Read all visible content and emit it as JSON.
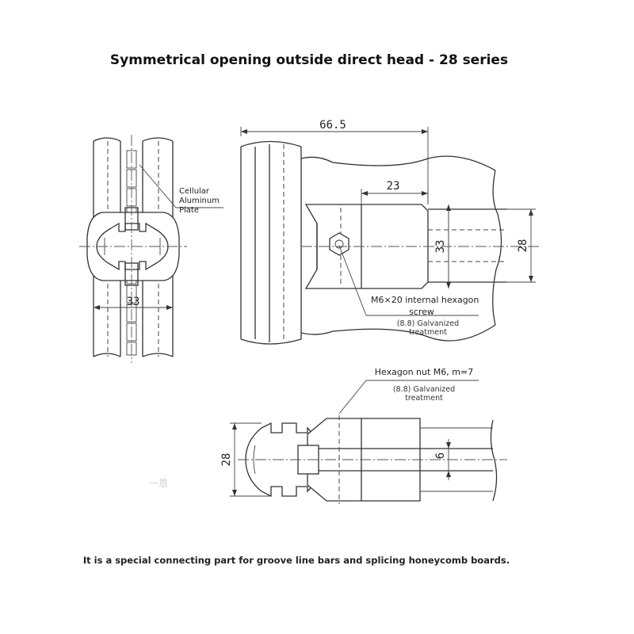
{
  "title": "Symmetrical opening outside direct head - 28 series",
  "caption": "It is a special connecting part for groove line bars and splicing honeycomb boards.",
  "watermark": "一恩",
  "labels": {
    "cellular_1": "Cellular",
    "cellular_2": "Aluminum",
    "cellular_3": "Plate",
    "screw_1": "M6×20 internal hexagon",
    "screw_2": "screw",
    "screw_3": "(8.8) Galvanized",
    "screw_4": "treatment",
    "nut_1": "Hexagon nut M6, m=7",
    "nut_2": "(8.8) Galvanized",
    "nut_3": "treatment"
  },
  "dimensions": {
    "left_width": "33",
    "top_length": "66.5",
    "head_length": "23",
    "head_height": "33",
    "tube_dia_top": "28",
    "tube_dia_bottom": "28",
    "nut_height": "6"
  }
}
